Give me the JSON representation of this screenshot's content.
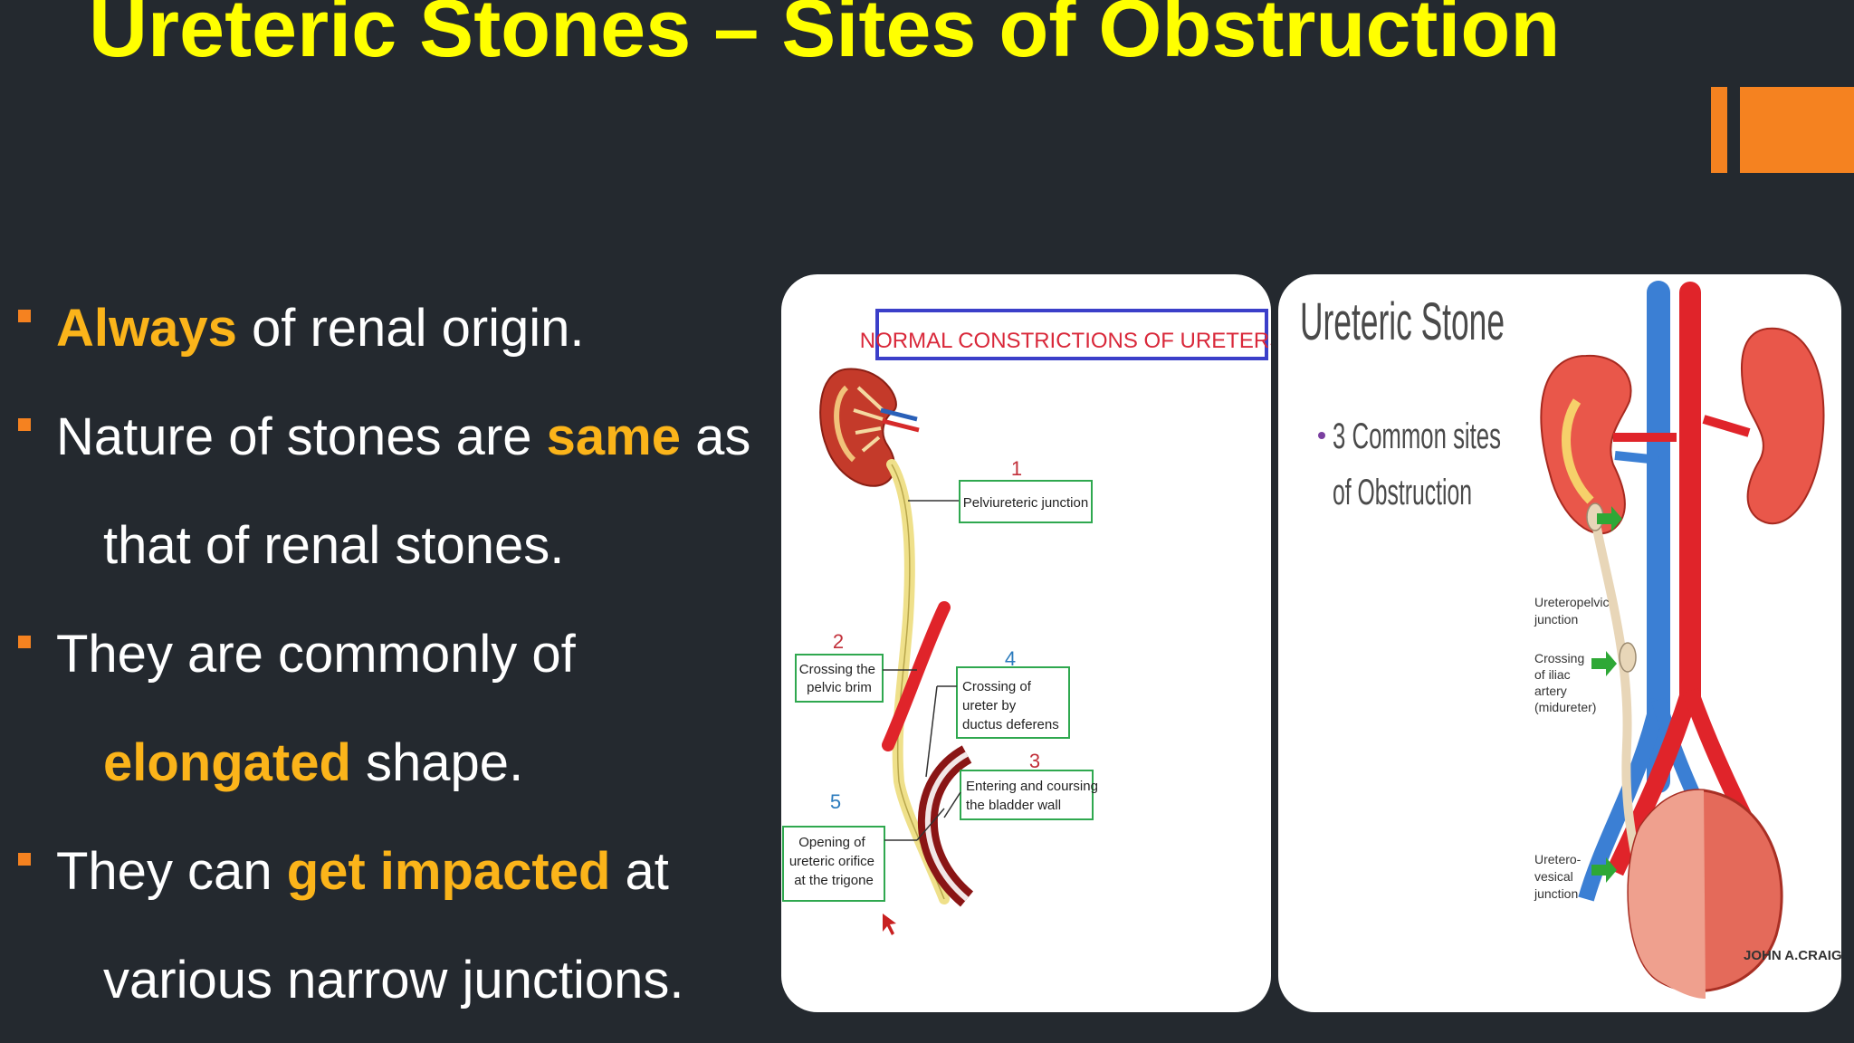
{
  "slide": {
    "title": "Ureteric Stones – Sites of Obstruction",
    "bullets": [
      {
        "parts": [
          {
            "t": "Always",
            "hl": true
          },
          {
            "t": " of renal origin.",
            "hl": false
          }
        ]
      },
      {
        "parts": [
          {
            "t": "Nature of stones are ",
            "hl": false
          },
          {
            "t": "same",
            "hl": true
          },
          {
            "t": " as",
            "hl": false
          }
        ]
      },
      {
        "parts": [
          {
            "t": "that of renal stones.",
            "hl": false
          }
        ]
      },
      {
        "parts": [
          {
            "t": "They are commonly of",
            "hl": false
          }
        ]
      },
      {
        "parts": [
          {
            "t": "elongated",
            "hl": true
          },
          {
            "t": " shape.",
            "hl": false
          }
        ]
      },
      {
        "parts": [
          {
            "t": "They can ",
            "hl": false
          },
          {
            "t": "get impacted",
            "hl": true
          },
          {
            "t": " at",
            "hl": false
          }
        ]
      },
      {
        "parts": [
          {
            "t": "various narrow junctions.",
            "hl": false
          }
        ]
      }
    ]
  },
  "figure_left": {
    "heading": "NORMAL CONSTRICTIONS OF URETERS",
    "sites": [
      {
        "num": "1",
        "label_lines": [
          "Pelviureteric junction"
        ]
      },
      {
        "num": "2",
        "label_lines": [
          "Crossing the",
          "pelvic brim"
        ]
      },
      {
        "num": "4",
        "label_lines": [
          "Crossing of",
          "ureter by",
          "ductus deferens"
        ]
      },
      {
        "num": "3",
        "label_lines": [
          "Entering and coursing",
          "the bladder wall"
        ]
      },
      {
        "num": "5",
        "label_lines": [
          "Opening of",
          "ureteric orifice",
          "at the trigone"
        ]
      }
    ]
  },
  "figure_right": {
    "title": "Ureteric Stone",
    "sub_lines": [
      "3 Common sites",
      "of Obstruction"
    ],
    "labels": [
      {
        "lines": [
          "Ureteropelvic",
          "junction"
        ]
      },
      {
        "lines": [
          "Crossing",
          "of iliac",
          "artery",
          "(midureter)"
        ]
      },
      {
        "lines": [
          "Uretero-",
          "vesical",
          "junction"
        ]
      }
    ],
    "signature": "JOHN A.CRAIG"
  },
  "colors": {
    "background": "#24292f",
    "title": "#ffff00",
    "highlight": "#fbb41a",
    "accent": "#f58220",
    "vein": "#3b7fd4",
    "artery": "#e0242a",
    "arrow": "#2ea836",
    "box_border": "#2fa84f",
    "heading_border": "#3b3fc9",
    "heading_text": "#d9283a"
  }
}
